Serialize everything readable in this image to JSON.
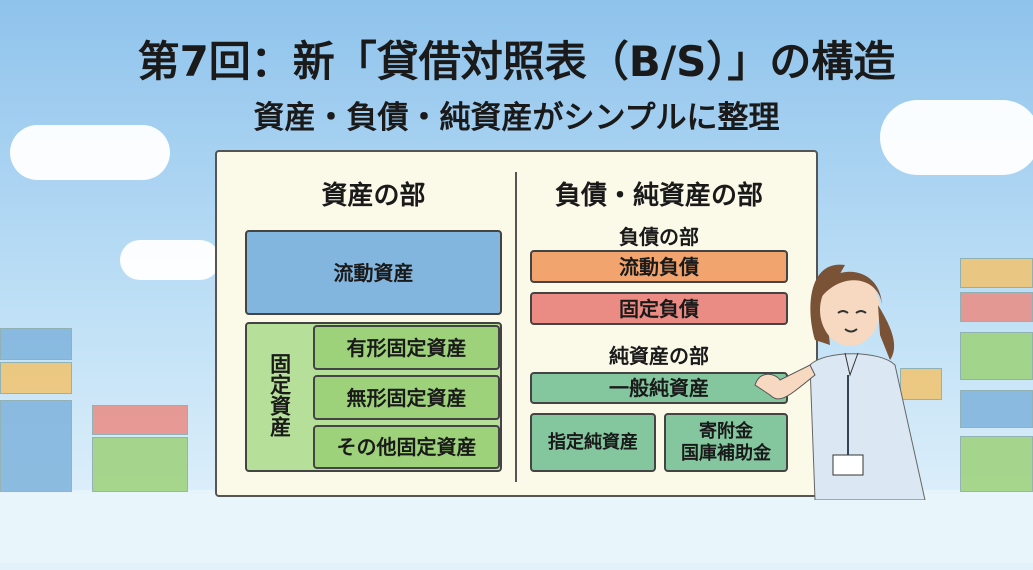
{
  "title": "第7回：新「貸借対照表（B/S）」の構造",
  "subtitle": "資産・負債・純資産がシンプルに整理",
  "assets": {
    "heading": "資産の部",
    "current": "流動資産",
    "fixed_label": "固定資産",
    "fixed_items": [
      "有形固定資産",
      "無形固定資産",
      "その他固定資産"
    ]
  },
  "right": {
    "heading": "負債・純資産の部",
    "liabilities_heading": "負債の部",
    "current_liabilities": "流動負債",
    "fixed_liabilities": "固定負債",
    "net_assets_heading": "純資産の部",
    "general_net_assets": "一般純資産",
    "designated_net_assets": "指定純資産",
    "donation_subsidy": "寄附金\n国庫補助金"
  },
  "colors": {
    "blue": "#82b6de",
    "green": "#9dd27a",
    "orange": "#f2a46e",
    "red": "#ea8c84",
    "teal": "#84c79f"
  }
}
